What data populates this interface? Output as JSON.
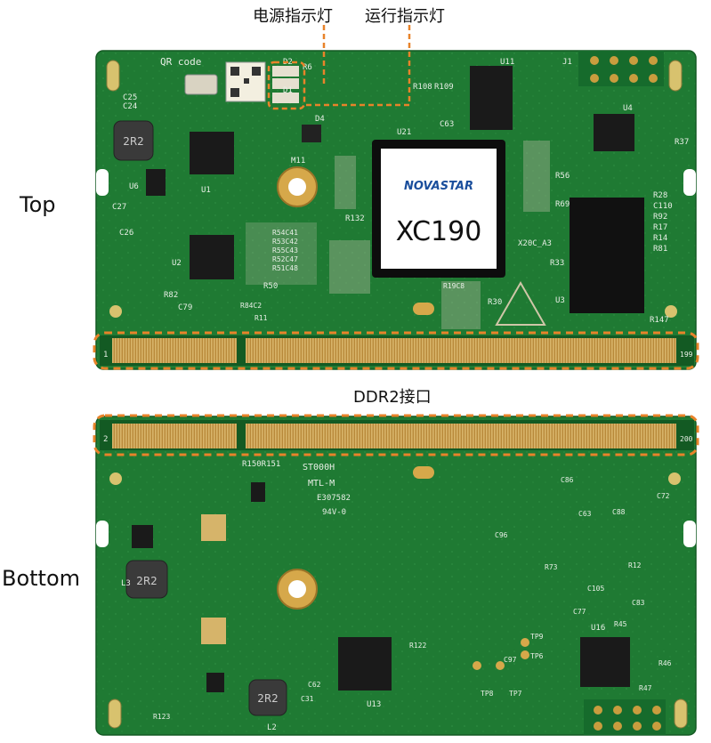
{
  "labels": {
    "top": "Top",
    "bottom": "Bottom",
    "power_led": "电源指示灯",
    "run_led": "运行指示灯",
    "ddr_interface": "DDR2接口"
  },
  "main_chip": {
    "brand": "NOVASTAR",
    "model": "XC190"
  },
  "silkscreen_top": {
    "qr": "QR code",
    "pin_start": "1",
    "pin_end": "199",
    "inductor": "2R2",
    "refs": [
      "U11",
      "J1",
      "U4",
      "U21",
      "M11",
      "R132",
      "R69",
      "R33",
      "X20C_A3",
      "U3",
      "U1",
      "U2",
      "U6",
      "R37",
      "R28",
      "C110",
      "R92",
      "R17",
      "R14",
      "R81",
      "R50",
      "C79",
      "R82",
      "D4",
      "C27",
      "C26",
      "C25",
      "C24",
      "R6",
      "D2",
      "D1",
      "R108",
      "R109",
      "C63",
      "R56",
      "R54C41",
      "R53C42",
      "R55C43",
      "R52C47",
      "R51C48",
      "R19C8",
      "R30",
      "R147",
      "R84C2",
      "R11"
    ]
  },
  "silkscreen_bottom": {
    "pin_start": "2",
    "pin_end": "200",
    "inductor_a": "2R2",
    "inductor_b": "2R2",
    "marks": [
      "R150R151",
      "ST000H",
      "MTL-M",
      "E307582",
      "94V-0",
      "U13",
      "U16",
      "L2",
      "L3",
      "TP8",
      "TP7",
      "TP6",
      "TP9",
      "R12",
      "C105",
      "R73",
      "C63",
      "R122",
      "C72",
      "C83",
      "R123",
      "C62",
      "C31",
      "R46",
      "R45",
      "R47",
      "C96",
      "C97",
      "C86",
      "C88",
      "C77"
    ]
  },
  "colors": {
    "pcb_green": "#1f7a33",
    "pcb_dark": "#155c26",
    "gold": "#c9a04a",
    "callout_orange": "#e8832a",
    "chip_black": "#151515"
  }
}
